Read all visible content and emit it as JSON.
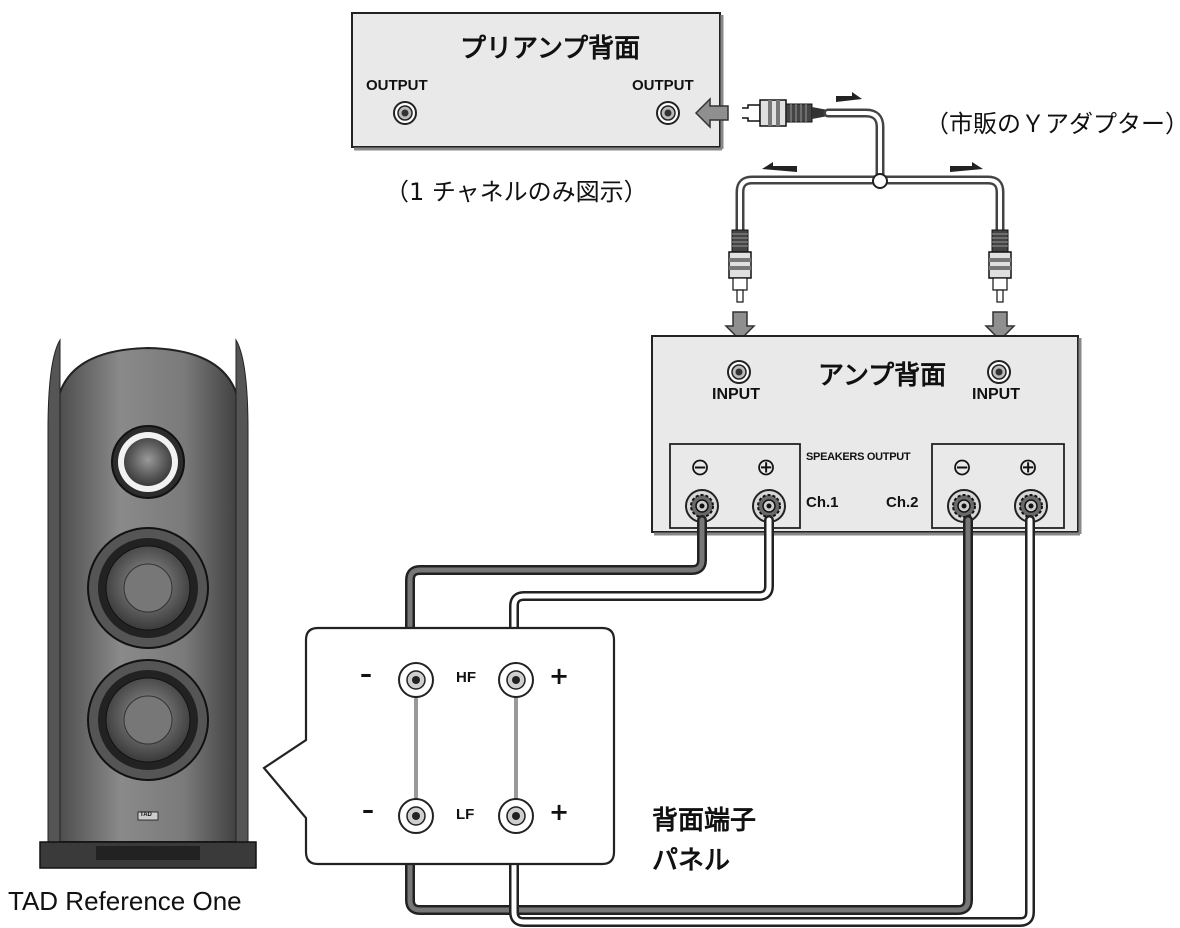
{
  "labels": {
    "preamp_title": "プリアンプ背面",
    "preamp_output_left": "OUTPUT",
    "preamp_output_right": "OUTPUT",
    "one_channel_note": "（1 チャネルのみ図示）",
    "y_adapter_note": "（市販のＹアダプター）",
    "amp_title": "アンプ背面",
    "amp_input_left": "INPUT",
    "amp_input_right": "INPUT",
    "speakers_output": "SPEAKERS OUTPUT",
    "ch1": "Ch.1",
    "ch2": "Ch.2",
    "hf": "HF",
    "lf": "LF",
    "minus_hf": "–",
    "minus_lf": "–",
    "plus_hf": "+",
    "plus_lf": "+",
    "terminal_minus": "⊖",
    "terminal_plus": "⊕",
    "rear_panel_line1": "背面端子",
    "rear_panel_line2": "パネル",
    "speaker_model": "TAD Reference One",
    "speaker_badge": "TAD"
  },
  "colors": {
    "panel_fill": "#e9e9e9",
    "cable_dark": "#555555",
    "speaker_body": "#6e6e6e",
    "arrow_fill": "#8f8f8f"
  }
}
